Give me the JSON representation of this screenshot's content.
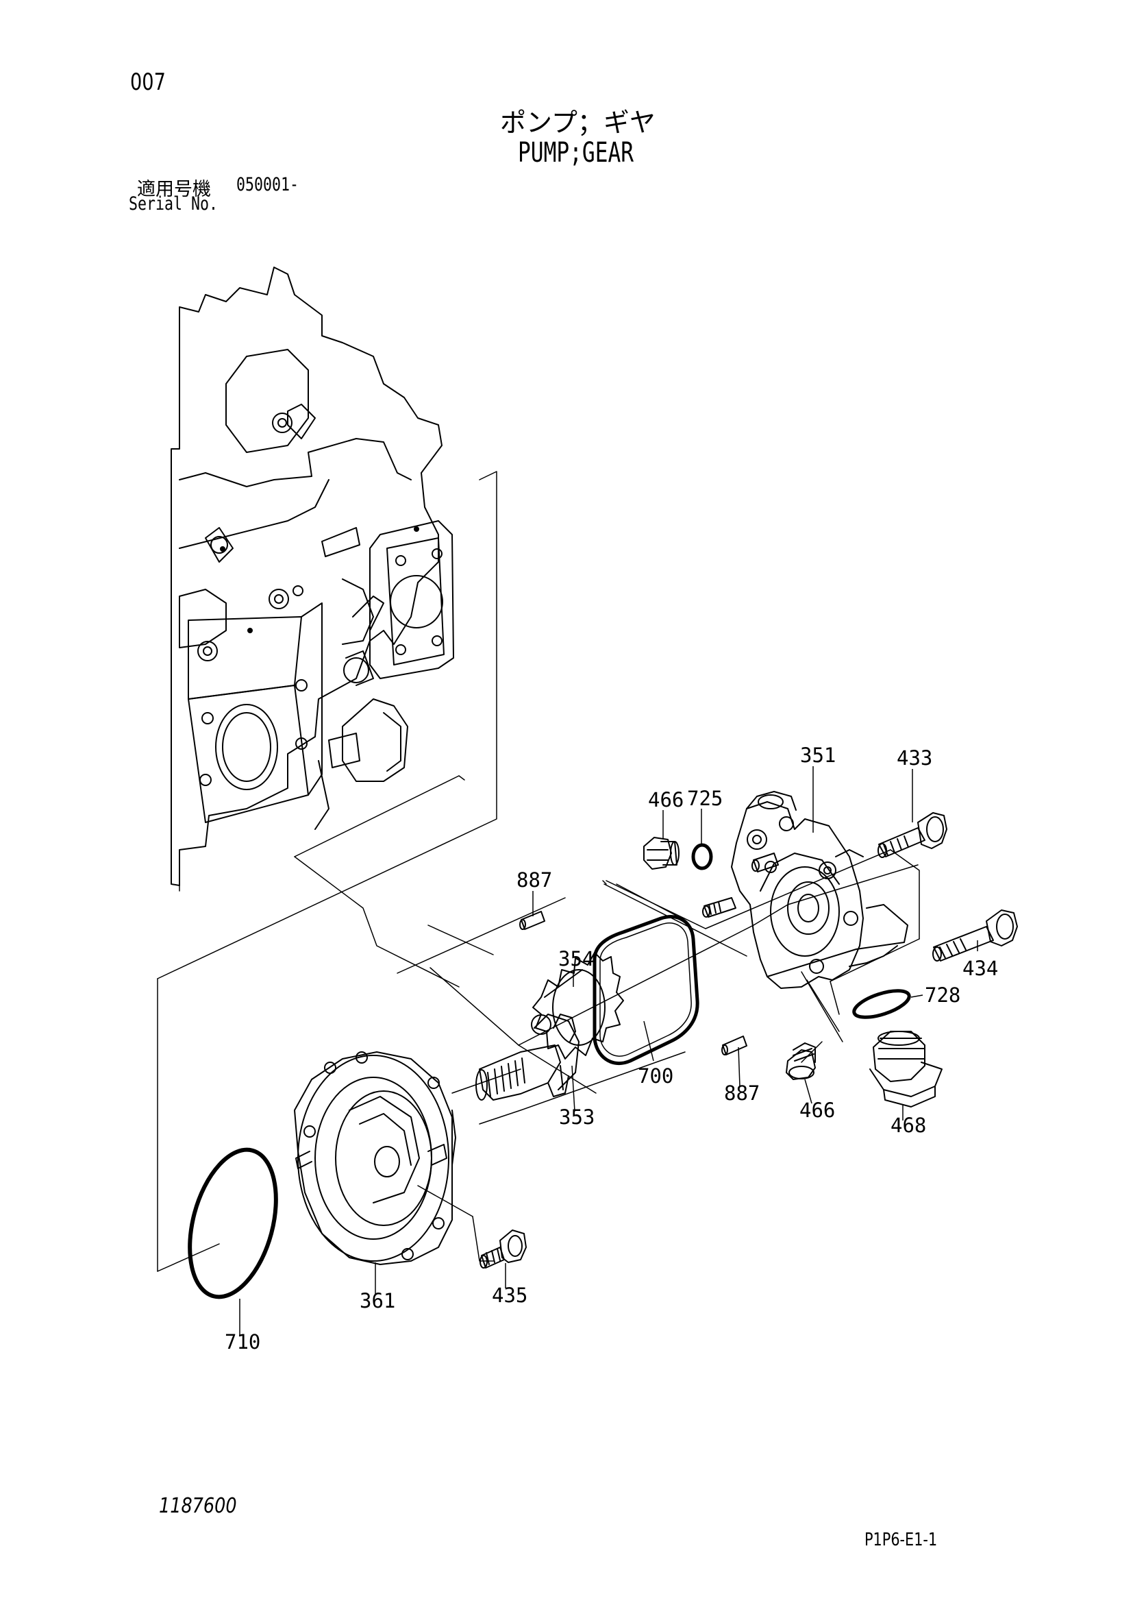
{
  "page": {
    "page_number": "007",
    "title_jp": "ポンプ；ギヤ",
    "title_en": "PUMP;GEAR",
    "serial_label_jp": "適用号機",
    "serial_value": "050001-",
    "serial_label_en": "Serial No.",
    "figure_number": "1187600",
    "sheet_code": "P1P6-E1-1"
  },
  "callouts": [
    {
      "id": "351",
      "label": "351"
    },
    {
      "id": "433",
      "label": "433"
    },
    {
      "id": "466a",
      "label": "466"
    },
    {
      "id": "725",
      "label": "725"
    },
    {
      "id": "887a",
      "label": "887"
    },
    {
      "id": "354",
      "label": "354"
    },
    {
      "id": "434",
      "label": "434"
    },
    {
      "id": "728",
      "label": "728"
    },
    {
      "id": "700",
      "label": "700"
    },
    {
      "id": "887b",
      "label": "887"
    },
    {
      "id": "353",
      "label": "353"
    },
    {
      "id": "466b",
      "label": "466"
    },
    {
      "id": "468",
      "label": "468"
    },
    {
      "id": "361",
      "label": "361"
    },
    {
      "id": "435",
      "label": "435"
    },
    {
      "id": "710",
      "label": "710"
    }
  ]
}
